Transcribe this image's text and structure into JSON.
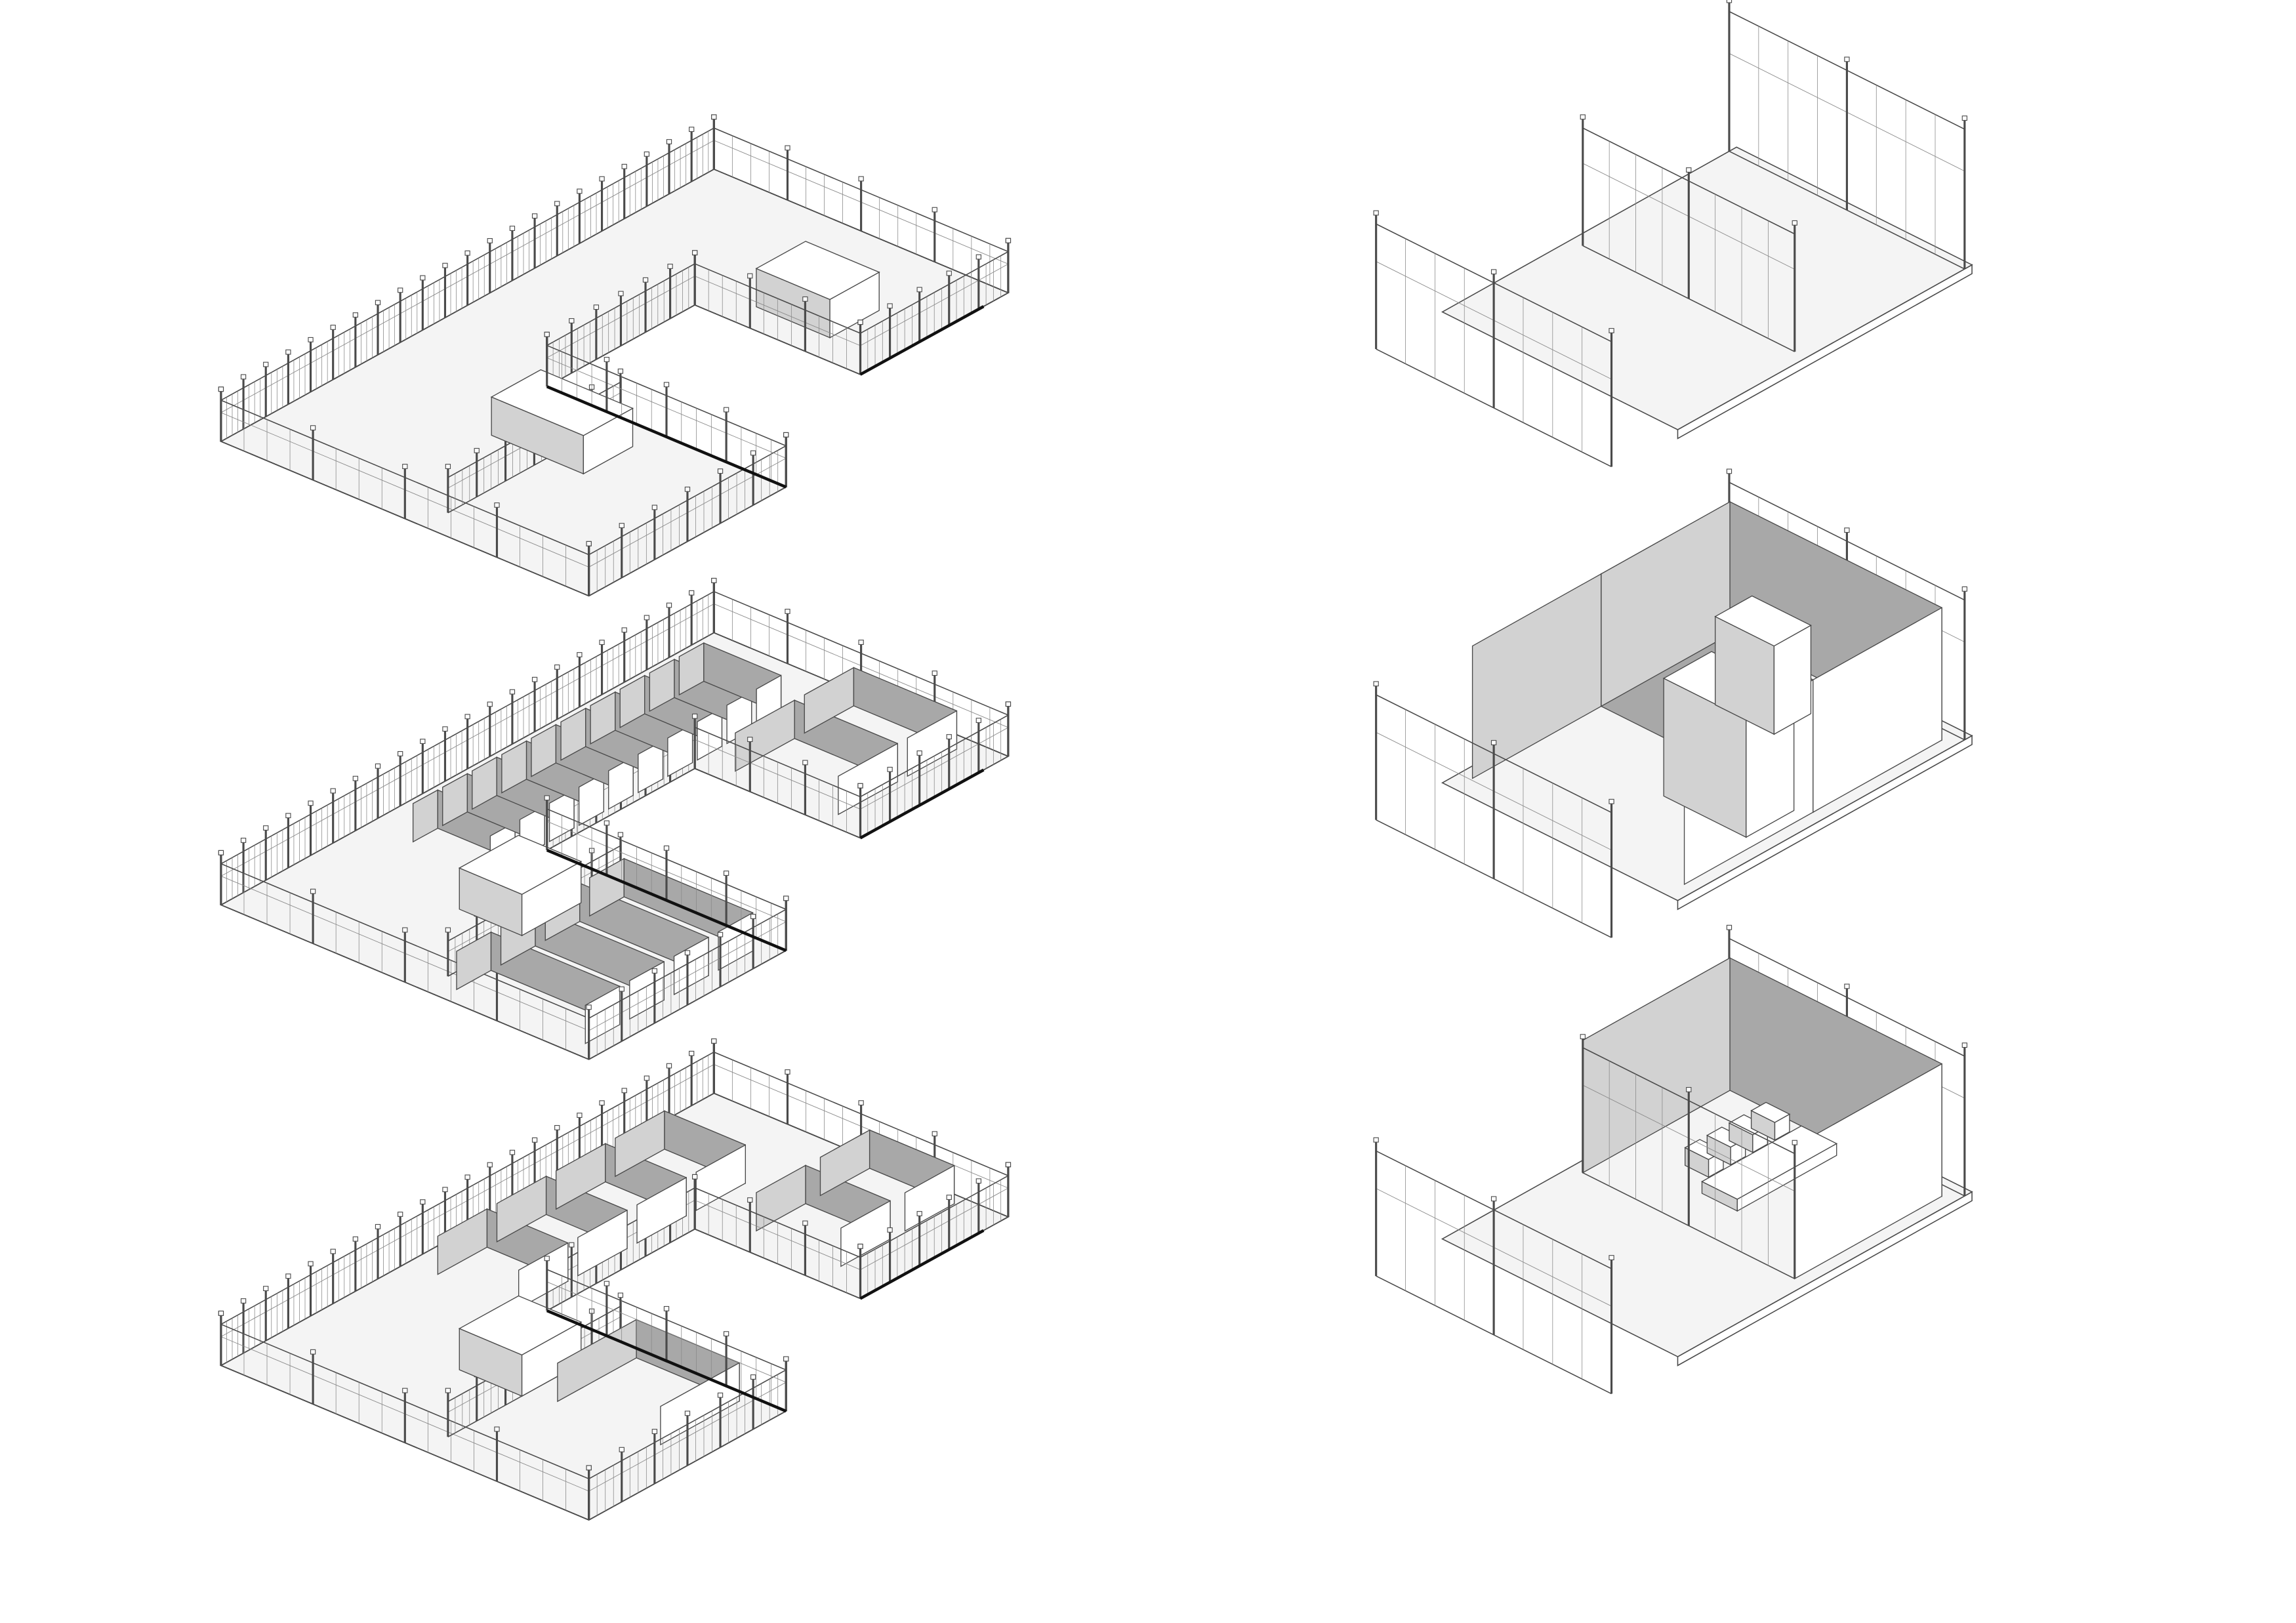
{
  "colors": {
    "background": "#ffffff",
    "line": "#4a4a4a",
    "glass_line": "#8a8a8a",
    "floor": "#f4f4f4",
    "wall_light": "#ffffff",
    "wall_shade": "#d2d2d2",
    "wall_dark": "#a8a8a8",
    "edge_dark": "#111111"
  },
  "figures": [
    {
      "id": "plan-1",
      "variant": "shell"
    },
    {
      "id": "plan-2",
      "variant": "cellular"
    },
    {
      "id": "plan-3",
      "variant": "open"
    },
    {
      "id": "module-1",
      "variant": "shell"
    },
    {
      "id": "module-2",
      "variant": "cellular"
    },
    {
      "id": "module-3",
      "variant": "meeting"
    }
  ]
}
